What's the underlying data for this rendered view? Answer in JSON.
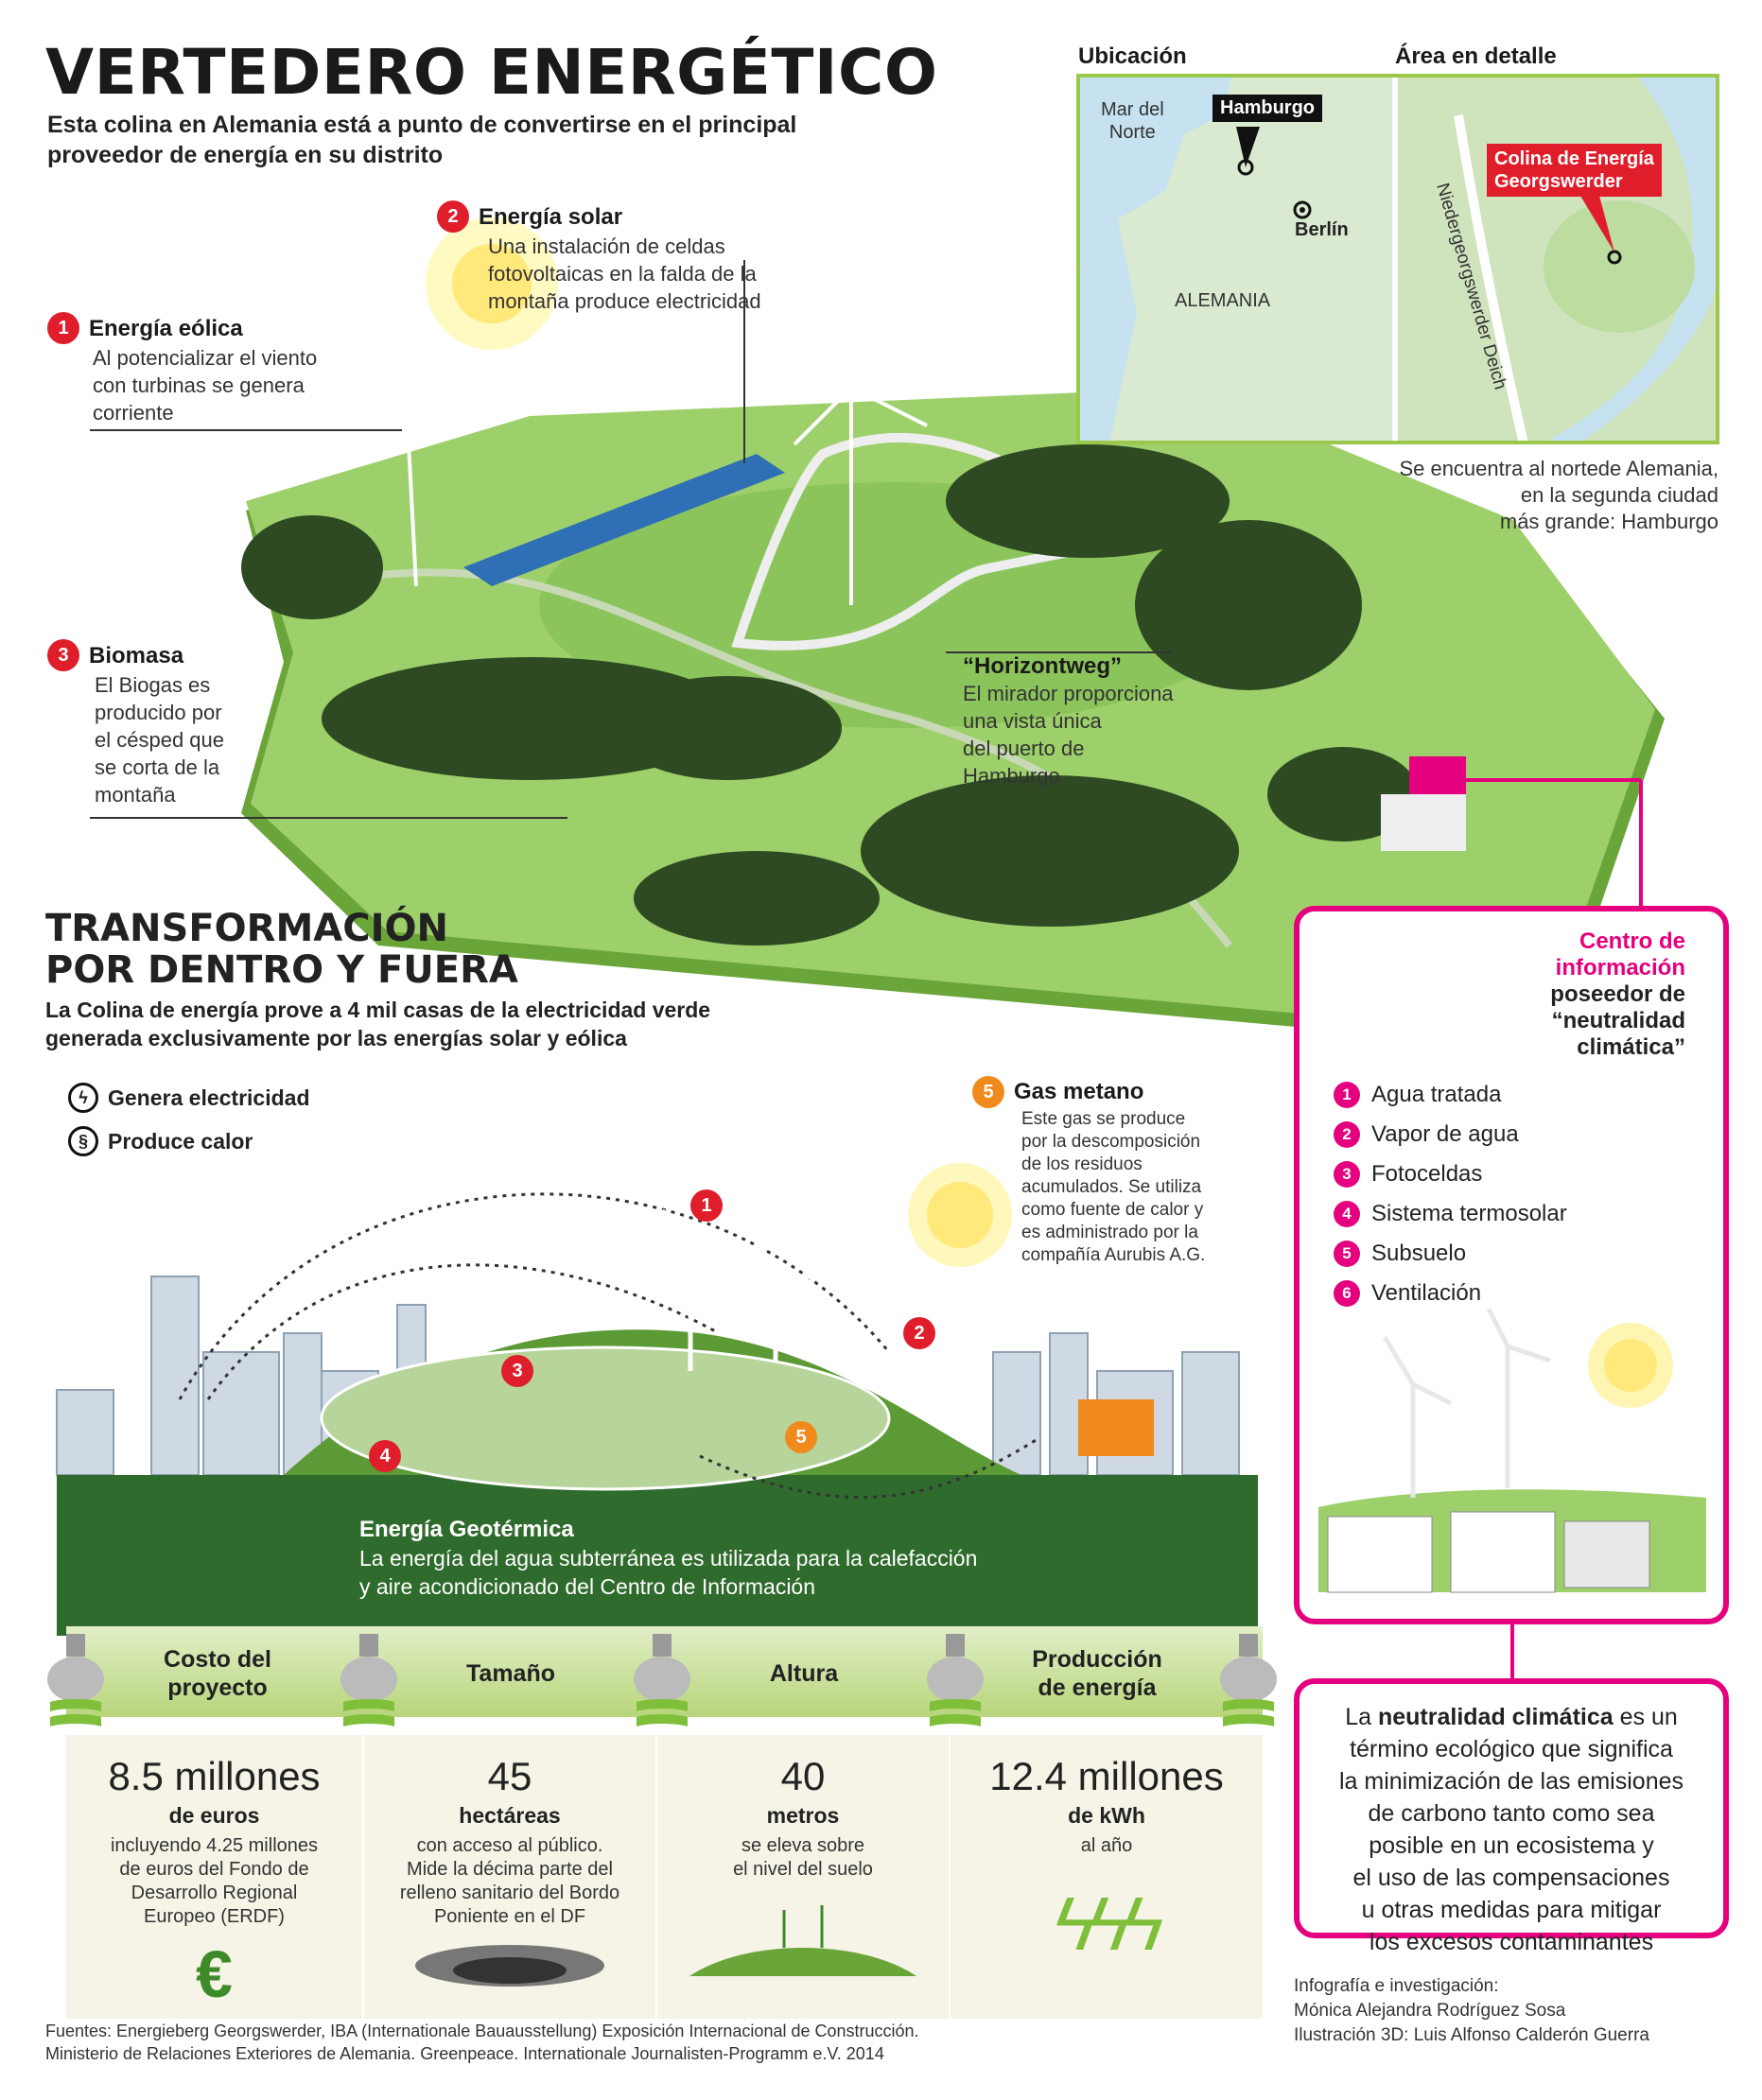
{
  "header": {
    "title": "VERTEDERO ENERGÉTICO",
    "subtitle_line1": "Esta colina en Alemania está a punto de convertirse en el principal",
    "subtitle_line2": "proveedor de energía en su distrito"
  },
  "callouts": {
    "eolica": {
      "num": "1",
      "title": "Energía eólica",
      "l1": "Al potencializar el viento",
      "l2": "con turbinas se genera",
      "l3": "corriente"
    },
    "solar": {
      "num": "2",
      "title": "Energía solar",
      "l1": "Una instalación de celdas",
      "l2": "fotovoltaicas en la falda de la",
      "l3": "montaña produce electricidad"
    },
    "biomasa": {
      "num": "3",
      "title": "Biomasa",
      "l1": "El Biogas es",
      "l2": "producido por",
      "l3": "el césped que",
      "l4": "se corta de la",
      "l5": "montaña"
    },
    "horizontweg": {
      "title": "“Horizontweg”",
      "l1": "El mirador proporciona",
      "l2": "una vista única",
      "l3": "del puerto de",
      "l4": "Hamburgo"
    }
  },
  "map": {
    "ubicacion": "Ubicación",
    "area": "Área en detalle",
    "mar": "Mar del",
    "norte": "Norte",
    "hamburgo": "Hamburgo",
    "berlin": "Berlín",
    "alemania": "ALEMANIA",
    "colina1": "Colina de Energía",
    "colina2": "Georgswerder",
    "deich": "Niedergeorgswerder Deich",
    "caption1": "Se encuentra al nortede Alemania,",
    "caption2": "en la segunda ciudad",
    "caption3": "más grande: Hamburgo"
  },
  "section2": {
    "title1": "TRANSFORMACIÓN",
    "title2": "POR DENTRO Y FUERA",
    "sub1": "La Colina de energía prove a 4 mil casas de la electricidad verde",
    "sub2": "generada exclusivamente por las energías solar y eólica",
    "legend_elec": "Genera electricidad",
    "legend_heat": "Produce calor",
    "gas_num": "5",
    "gas_title": "Gas metano",
    "gas_l1": "Este gas se produce",
    "gas_l2": "por la descomposición",
    "gas_l3": "de los residuos",
    "gas_l4": "acumulados. Se utiliza",
    "gas_l5": "como fuente de calor y",
    "gas_l6": "es administrado por la",
    "gas_l7": "compañía Aurubis A.G.",
    "geo_title": "Energía Geotérmica",
    "geo_l1": "La energía del agua subterránea es utilizada para la calefacción",
    "geo_l2": "y aire acondicionado del Centro de Información",
    "markers": [
      "1",
      "2",
      "3",
      "4",
      "5"
    ]
  },
  "info_center": {
    "title_pink1": "Centro de",
    "title_pink2": "información",
    "title_l3": "poseedor de",
    "title_l4": "“neutralidad",
    "title_l5": "climática”",
    "items": [
      {
        "n": "1",
        "label": "Agua tratada"
      },
      {
        "n": "2",
        "label": "Vapor de agua"
      },
      {
        "n": "3",
        "label": "Fotoceldas"
      },
      {
        "n": "4",
        "label": "Sistema termosolar"
      },
      {
        "n": "5",
        "label": "Subsuelo"
      },
      {
        "n": "6",
        "label": "Ventilación"
      }
    ]
  },
  "definition": {
    "pre": "La ",
    "bold": "neutralidad climática",
    "post": " es un",
    "l2": "término ecológico que significa",
    "l3": "la minimización de las emisiones",
    "l4": "de carbono tanto como sea",
    "l5": "posible en un ecosistema y",
    "l6": "el uso de las compensaciones",
    "l7": "u otras medidas para mitigar",
    "l8": "los excesos contaminantes"
  },
  "stats": [
    {
      "h1": "Costo del",
      "h2": "proyecto",
      "value": "8.5 millones",
      "unit": "de euros",
      "d1": "incluyendo 4.25 millones",
      "d2": "de euros del Fondo de",
      "d3": "Desarrollo Regional",
      "d4": "Europeo (ERDF)"
    },
    {
      "h1": "Tamaño",
      "h2": "",
      "value": "45",
      "unit": "hectáreas",
      "d1": "con acceso al público.",
      "d2": "Mide la décima parte del",
      "d3": "relleno sanitario del Bordo",
      "d4": "Poniente en el DF"
    },
    {
      "h1": "Altura",
      "h2": "",
      "value": "40",
      "unit": "metros",
      "d1": "se eleva sobre",
      "d2": "el nivel del suelo",
      "d3": "",
      "d4": ""
    },
    {
      "h1": "Producción",
      "h2": "de energía",
      "value": "12.4 millones",
      "unit": "de kWh",
      "d1": "al año",
      "d2": "",
      "d3": "",
      "d4": ""
    }
  ],
  "footer": {
    "l1": "Fuentes: Energieberg Georgswerder, IBA (Internationale Bauausstellung) Exposición Internacional de Construcción.",
    "l2": "Ministerio de Relaciones Exteriores de Alemania. Greenpeace. Internationale Journalisten-Programm e.V. 2014"
  },
  "credits": {
    "l1": "Infografía e investigación:",
    "l2": "Mónica Alejandra Rodríguez Sosa",
    "l3": "Ilustración 3D: Luis Alfonso Calderón Guerra"
  },
  "colors": {
    "red": "#e01e2b",
    "pink": "#e4007e",
    "orange": "#f18a1c",
    "green": "#9bc74a",
    "darkgreen": "#2f6b2c"
  }
}
